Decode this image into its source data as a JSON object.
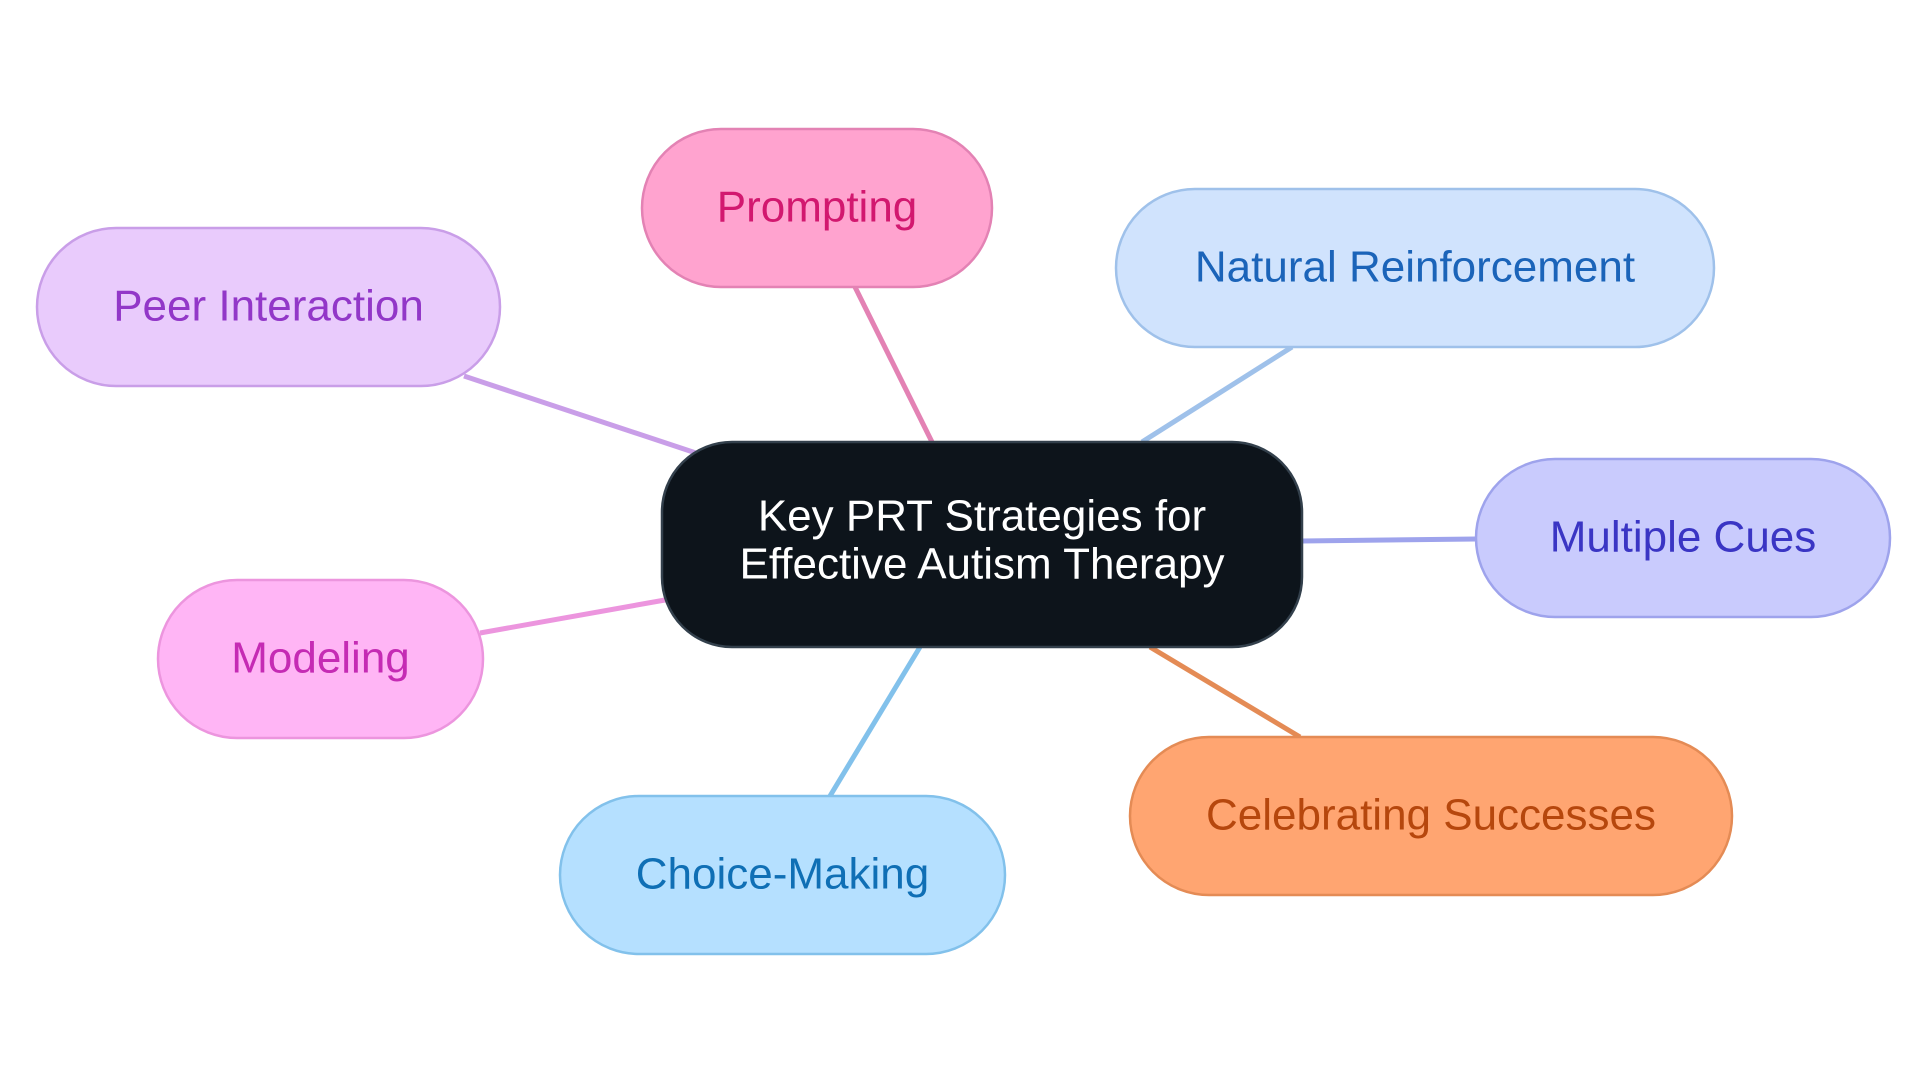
{
  "diagram": {
    "center": {
      "lines": [
        "Key PRT Strategies for",
        "Effective Autism Therapy"
      ],
      "fill": "#0d141b",
      "stroke": "#33404c",
      "text_color": "#ffffff"
    },
    "nodes": [
      {
        "id": "prompting",
        "label": "Prompting",
        "fill": "#ffa3cf",
        "stroke": "#e382b4",
        "text": "#d2186f",
        "edge": "#e382b4"
      },
      {
        "id": "natural-reinforcement",
        "label": "Natural Reinforcement",
        "fill": "#d0e3fd",
        "stroke": "#9fc1ea",
        "text": "#1b64b9",
        "edge": "#9fc1ea"
      },
      {
        "id": "peer-interaction",
        "label": "Peer Interaction",
        "fill": "#e9cbfc",
        "stroke": "#c99ee8",
        "text": "#9237c8",
        "edge": "#c99ee8"
      },
      {
        "id": "multiple-cues",
        "label": "Multiple Cues",
        "fill": "#c9cbfd",
        "stroke": "#9ea3ec",
        "text": "#3a35c4",
        "edge": "#9ea3ec"
      },
      {
        "id": "modeling",
        "label": "Modeling",
        "fill": "#ffb5f5",
        "stroke": "#ec95de",
        "text": "#c52bb4",
        "edge": "#ec95de"
      },
      {
        "id": "celebrating-successes",
        "label": "Celebrating Successes",
        "fill": "#ffa571",
        "stroke": "#e48b55",
        "text": "#b6470d",
        "edge": "#e48b55"
      },
      {
        "id": "choice-making",
        "label": "Choice-Making",
        "fill": "#b5e0ff",
        "stroke": "#82c1eb",
        "text": "#0f6fb5",
        "edge": "#82c1eb"
      }
    ]
  }
}
